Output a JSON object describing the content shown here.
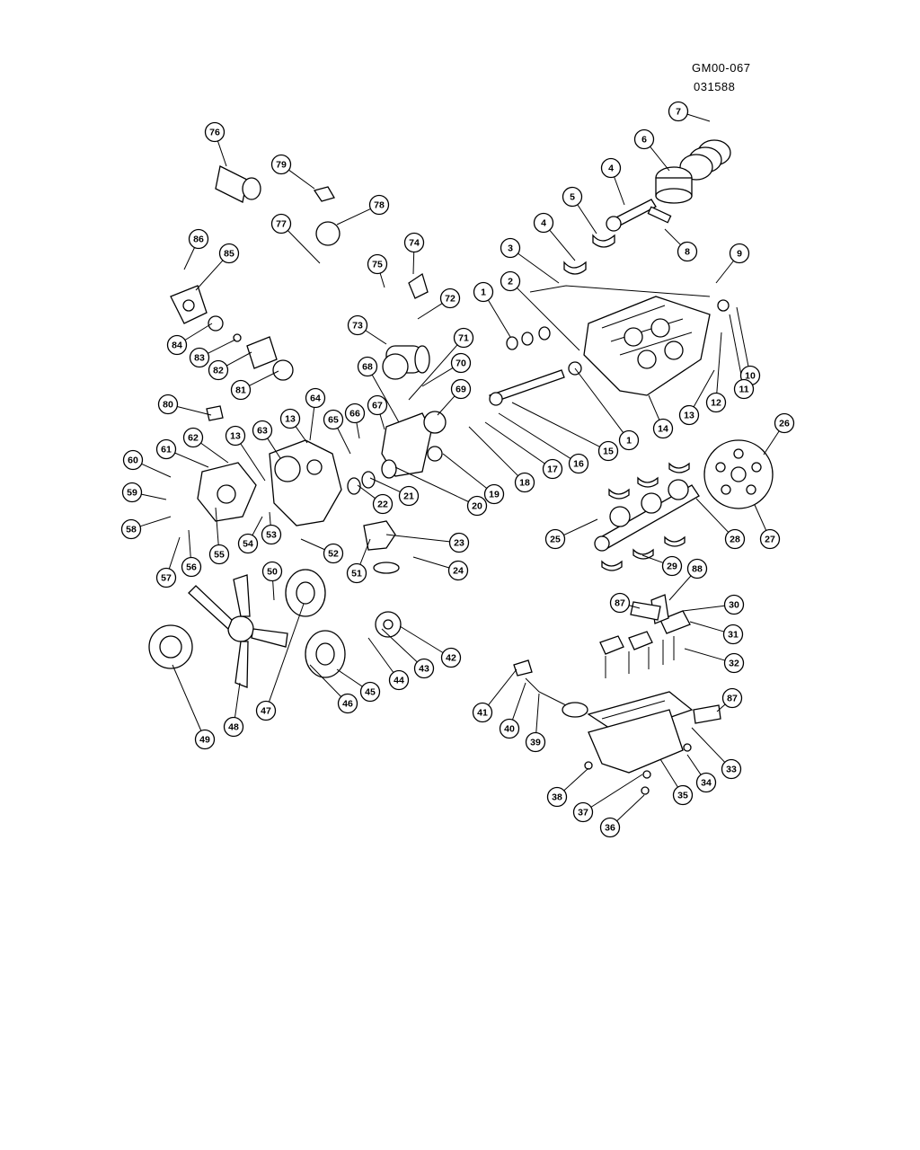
{
  "header": {
    "code_line1": "GM00-067",
    "code_line2": "031588"
  },
  "callouts": [
    {
      "id": "c1a",
      "label": "1"
    },
    {
      "id": "c1b",
      "label": "1"
    },
    {
      "id": "c2",
      "label": "2"
    },
    {
      "id": "c3",
      "label": "3"
    },
    {
      "id": "c4a",
      "label": "4"
    },
    {
      "id": "c4b",
      "label": "4"
    },
    {
      "id": "c5",
      "label": "5"
    },
    {
      "id": "c6",
      "label": "6"
    },
    {
      "id": "c7",
      "label": "7"
    },
    {
      "id": "c8",
      "label": "8"
    },
    {
      "id": "c9",
      "label": "9"
    },
    {
      "id": "c10",
      "label": "10"
    },
    {
      "id": "c11",
      "label": "11"
    },
    {
      "id": "c12",
      "label": "12"
    },
    {
      "id": "c13a",
      "label": "13"
    },
    {
      "id": "c13b",
      "label": "13"
    },
    {
      "id": "c13c",
      "label": "13"
    },
    {
      "id": "c14",
      "label": "14"
    },
    {
      "id": "c15",
      "label": "15"
    },
    {
      "id": "c16",
      "label": "16"
    },
    {
      "id": "c17",
      "label": "17"
    },
    {
      "id": "c18",
      "label": "18"
    },
    {
      "id": "c19",
      "label": "19"
    },
    {
      "id": "c20",
      "label": "20"
    },
    {
      "id": "c21",
      "label": "21"
    },
    {
      "id": "c22",
      "label": "22"
    },
    {
      "id": "c23",
      "label": "23"
    },
    {
      "id": "c24",
      "label": "24"
    },
    {
      "id": "c25",
      "label": "25"
    },
    {
      "id": "c26",
      "label": "26"
    },
    {
      "id": "c27",
      "label": "27"
    },
    {
      "id": "c28",
      "label": "28"
    },
    {
      "id": "c29",
      "label": "29"
    },
    {
      "id": "c30",
      "label": "30"
    },
    {
      "id": "c31",
      "label": "31"
    },
    {
      "id": "c32",
      "label": "32"
    },
    {
      "id": "c33",
      "label": "33"
    },
    {
      "id": "c34",
      "label": "34"
    },
    {
      "id": "c35",
      "label": "35"
    },
    {
      "id": "c36",
      "label": "36"
    },
    {
      "id": "c37",
      "label": "37"
    },
    {
      "id": "c38",
      "label": "38"
    },
    {
      "id": "c39",
      "label": "39"
    },
    {
      "id": "c40",
      "label": "40"
    },
    {
      "id": "c41",
      "label": "41"
    },
    {
      "id": "c42",
      "label": "42"
    },
    {
      "id": "c43",
      "label": "43"
    },
    {
      "id": "c44",
      "label": "44"
    },
    {
      "id": "c45",
      "label": "45"
    },
    {
      "id": "c46",
      "label": "46"
    },
    {
      "id": "c47",
      "label": "47"
    },
    {
      "id": "c48",
      "label": "48"
    },
    {
      "id": "c49",
      "label": "49"
    },
    {
      "id": "c50",
      "label": "50"
    },
    {
      "id": "c51",
      "label": "51"
    },
    {
      "id": "c52",
      "label": "52"
    },
    {
      "id": "c53",
      "label": "53"
    },
    {
      "id": "c54",
      "label": "54"
    },
    {
      "id": "c55",
      "label": "55"
    },
    {
      "id": "c56",
      "label": "56"
    },
    {
      "id": "c57",
      "label": "57"
    },
    {
      "id": "c58",
      "label": "58"
    },
    {
      "id": "c59",
      "label": "59"
    },
    {
      "id": "c60",
      "label": "60"
    },
    {
      "id": "c61",
      "label": "61"
    },
    {
      "id": "c62",
      "label": "62"
    },
    {
      "id": "c63",
      "label": "63"
    },
    {
      "id": "c64",
      "label": "64"
    },
    {
      "id": "c65",
      "label": "65"
    },
    {
      "id": "c66",
      "label": "66"
    },
    {
      "id": "c67",
      "label": "67"
    },
    {
      "id": "c68",
      "label": "68"
    },
    {
      "id": "c69",
      "label": "69"
    },
    {
      "id": "c70",
      "label": "70"
    },
    {
      "id": "c71",
      "label": "71"
    },
    {
      "id": "c72",
      "label": "72"
    },
    {
      "id": "c73",
      "label": "73"
    },
    {
      "id": "c74",
      "label": "74"
    },
    {
      "id": "c75",
      "label": "75"
    },
    {
      "id": "c76",
      "label": "76"
    },
    {
      "id": "c77",
      "label": "77"
    },
    {
      "id": "c78",
      "label": "78"
    },
    {
      "id": "c79",
      "label": "79"
    },
    {
      "id": "c80",
      "label": "80"
    },
    {
      "id": "c81",
      "label": "81"
    },
    {
      "id": "c82",
      "label": "82"
    },
    {
      "id": "c83",
      "label": "83"
    },
    {
      "id": "c84",
      "label": "84"
    },
    {
      "id": "c85",
      "label": "85"
    },
    {
      "id": "c86",
      "label": "86"
    },
    {
      "id": "c87a",
      "label": "87"
    },
    {
      "id": "c87b",
      "label": "87"
    },
    {
      "id": "c88",
      "label": "88"
    }
  ]
}
